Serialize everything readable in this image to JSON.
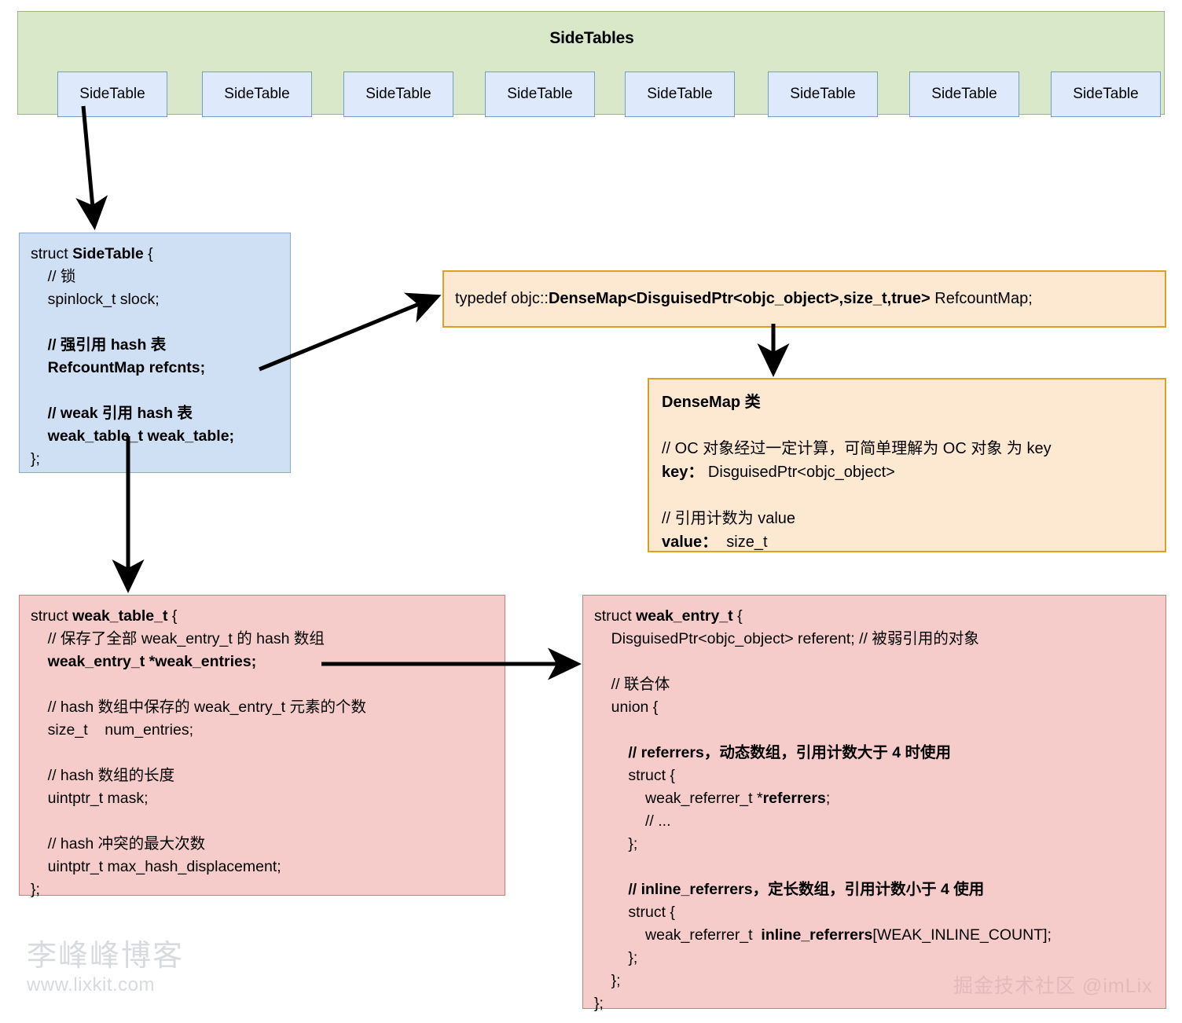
{
  "sidetables": {
    "title": "SideTables",
    "cells": [
      {
        "label": "SideTable"
      },
      {
        "label": "SideTable"
      },
      {
        "label": "SideTable"
      },
      {
        "label": "SideTable"
      },
      {
        "label": "SideTable"
      },
      {
        "label": "SideTable"
      },
      {
        "label": "SideTable"
      },
      {
        "label": "SideTable"
      }
    ]
  },
  "sidetable_struct": {
    "line_open_plain": "struct ",
    "line_open_bold": "SideTable",
    "line_open_brace": " {",
    "comment_lock": "    // 锁",
    "field_slock": "    spinlock_t slock;",
    "comment_strong_hash": "    // 强引用 hash 表",
    "field_refcnts": "    RefcountMap refcnts;",
    "comment_weak_hash": "    // weak 引用 hash 表",
    "field_weak_table": "    weak_table_t weak_table;",
    "line_close": "};"
  },
  "typedef_box": {
    "plain_prefix": "typedef objc::",
    "bold_part": "DenseMap<DisguisedPtr<objc_object>,size_t,true>",
    "plain_suffix": " RefcountMap;"
  },
  "densemap_box": {
    "title": "DenseMap 类",
    "comment_key": "// OC 对象经过一定计算，可简单理解为 OC 对象 为 key",
    "key_label": "key",
    "key_sep": "：",
    "key_value": " DisguisedPtr<objc_object>",
    "comment_value": "// 引用计数为 value",
    "value_label": "value",
    "value_sep": "：",
    "value_value": "  size_t"
  },
  "weak_table_struct": {
    "line_open_plain": "struct ",
    "line_open_bold": "weak_table_t",
    "line_open_brace": " {",
    "comment_entries": "    // 保存了全部 weak_entry_t 的 hash 数组",
    "field_entries": "    weak_entry_t *weak_entries;",
    "comment_num": "    // hash 数组中保存的 weak_entry_t 元素的个数",
    "field_num": "    size_t    num_entries;",
    "comment_mask": "    // hash 数组的长度",
    "field_mask": "    uintptr_t mask;",
    "comment_maxhash": "    // hash 冲突的最大次数",
    "field_maxhash": "    uintptr_t max_hash_displacement;",
    "line_close": "};"
  },
  "weak_entry_struct": {
    "line_open_plain": "struct ",
    "line_open_bold": "weak_entry_t",
    "line_open_brace": " {",
    "field_referent": "    DisguisedPtr<objc_object> referent; // 被弱引用的对象",
    "comment_union": "    // 联合体",
    "line_union_open": "    union {",
    "comment_referrers": "        // referrers，动态数组，引用计数大于 4 时使用",
    "line_struct1_open": "        struct {",
    "field_referrers_plain": "            weak_referrer_t *",
    "field_referrers_bold": "referrers",
    "field_referrers_end": ";",
    "comment_ellipsis": "            // ...",
    "line_struct1_close": "        };",
    "comment_inline": "        // inline_referrers，定长数组，引用计数小于 4 使用",
    "line_struct2_open": "        struct {",
    "field_inline_plain": "            weak_referrer_t  ",
    "field_inline_bold": "inline_referrers",
    "field_inline_end": "[WEAK_INLINE_COUNT];",
    "line_struct2_close": "        };",
    "line_union_close": "    };",
    "line_close": "};"
  },
  "watermarks": {
    "left_title": "李峰峰博客",
    "left_url": "www.lixkit.com",
    "right": "掘金技术社区 @imLix"
  },
  "colors": {
    "sidetables_bg": "#d9e8c8",
    "sidetables_border": "#9cb57f",
    "sidetable_cell_bg": "#dee9fb",
    "sidetable_cell_border": "#7a9bc4",
    "blue_box_bg": "#cfe0f5",
    "blue_box_border": "#8aa9cd",
    "orange_box_bg": "#fde8d2",
    "orange_box_border": "#d9a227",
    "pink_box_bg": "#f6cccb",
    "pink_box_border": "#c97f7f",
    "arrow": "#000000"
  }
}
